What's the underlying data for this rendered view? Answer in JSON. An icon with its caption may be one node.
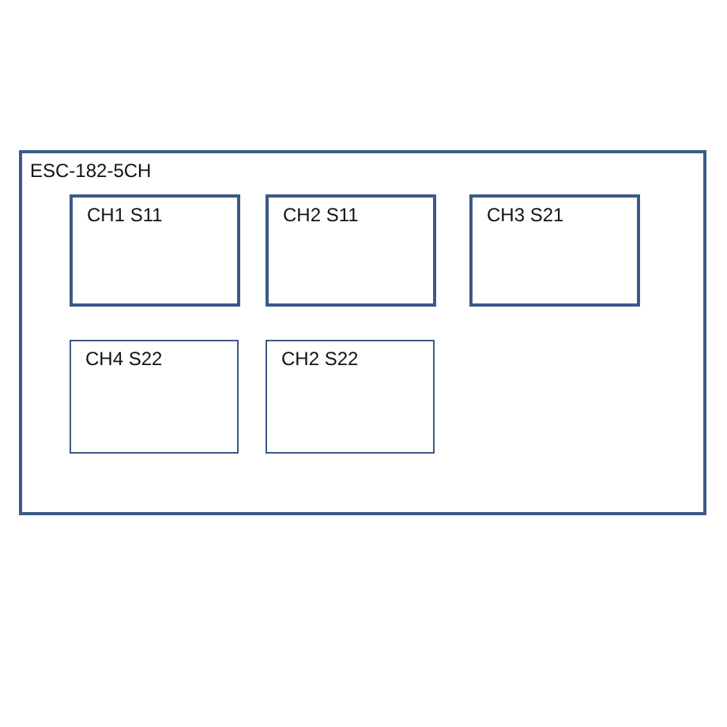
{
  "diagram": {
    "nodes": [
      {
        "text": [
          "ESC-182-5CH"
        ]
      },
      {
        "text": [
          "CH1 S11"
        ],
        "in": 0
      },
      {
        "text": [
          "CH2 S11"
        ],
        "in": 0
      },
      {
        "text": [
          "CH3 S21"
        ],
        "in": 0
      },
      {
        "text": [
          "CH4 S22"
        ],
        "in": 0
      },
      {
        "text": [
          "CH2 S22"
        ],
        "in": 0
      }
    ]
  }
}
